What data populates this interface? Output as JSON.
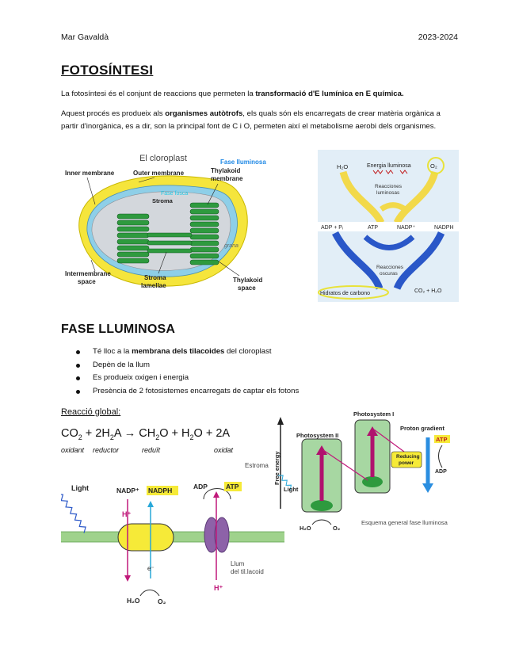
{
  "header": {
    "author": "Mar Gavaldà",
    "year": "2023-2024"
  },
  "title": "FOTOSÍNTESI",
  "intro": {
    "p1_a": "La fotosíntesi és el conjunt de reaccions que permeten la ",
    "p1_b": "transformació d'E lumínica en E química.",
    "p2_a": "Aquest procés es produeix als ",
    "p2_b": "organismes autòtrofs",
    "p2_c": ", els quals són els encarregats de crear matèria orgànica a partir d'inorgànica, es a dir, son la principal font de C i O, permeten així el metabolisme aerobi dels organismes."
  },
  "chloroplast": {
    "title": "El cloroplast",
    "fase": "Fase lluminosa",
    "inner": "Inner membrane",
    "outer": "Outer membrane",
    "thyl1": "Thylakoid",
    "thyl2": "membrane",
    "stroma": "Stroma",
    "fase_fosca": "Fase fosca",
    "grana": "grana",
    "inter1": "Intermembrane",
    "inter2": "space",
    "lam1": "Stroma",
    "lam2": "lamellae",
    "ts1": "Thylakoid",
    "ts2": "space"
  },
  "cycle": {
    "h2o": "H₂O",
    "energia": "Energia lluminosa",
    "o2": "O₂",
    "react_l1": "Reacciones",
    "react_l2": "luminosas",
    "adp": "ADP + Pᵢ",
    "atp": "ATP",
    "nadp": "NADP⁺",
    "nadph": "NADPH",
    "dark1": "Reacciones",
    "dark2": "oscuras",
    "hidratos": "Hidratos de carbono",
    "co2": "CO₂ + H₂O"
  },
  "fase_lluminosa": {
    "heading": "FASE LLUMINOSA",
    "bullets": [
      {
        "a": "Té lloc a la ",
        "b": "membrana dels tilacoides",
        "c": " del cloroplast"
      },
      {
        "a": "Depèn de la llum",
        "b": "",
        "c": ""
      },
      {
        "a": "Es produeix oxigen i energia",
        "b": "",
        "c": ""
      },
      {
        "a": "Presència de 2 fotosistemes encarregats de captar els fotons",
        "b": "",
        "c": ""
      }
    ]
  },
  "reaction": {
    "label": "Reacció global:",
    "eq_parts": [
      "CO",
      "2",
      " + 2H",
      "2",
      "A → CH",
      "2",
      "O + H",
      "2",
      "O + 2A"
    ],
    "oxidant1": "oxidant",
    "reductor": "reductor",
    "reduit": "reduït",
    "oxidat": "oxidat"
  },
  "membrane_diagram": {
    "light": "Light",
    "nadp": "NADP⁺",
    "nadph": "NADPH",
    "adp": "ADP",
    "atp": "ATP",
    "estroma": "Estroma",
    "h_top": "H⁺",
    "e": "e⁻",
    "h_bottom": "H⁺",
    "h2o": "H₂O",
    "o2": "O₂",
    "llum1": "Llum",
    "llum2": "del til.lacoid"
  },
  "zscheme": {
    "ps1": "Photosystem I",
    "ps2": "Photosystem II",
    "free_energy": "Free energy",
    "proton": "Proton gradient",
    "atp": "ATP",
    "adp": "ADP",
    "reducing1": "Reducing",
    "reducing2": "power",
    "light": "Light",
    "h2o": "H₂O",
    "o2": "O₂",
    "caption": "Esquema general fase lluminosa"
  },
  "colors": {
    "yellow": "#f2e13a",
    "green": "#2e9a3e",
    "magenta": "#c0187a",
    "blue": "#2a57c8",
    "cyan": "#29a8d9"
  }
}
